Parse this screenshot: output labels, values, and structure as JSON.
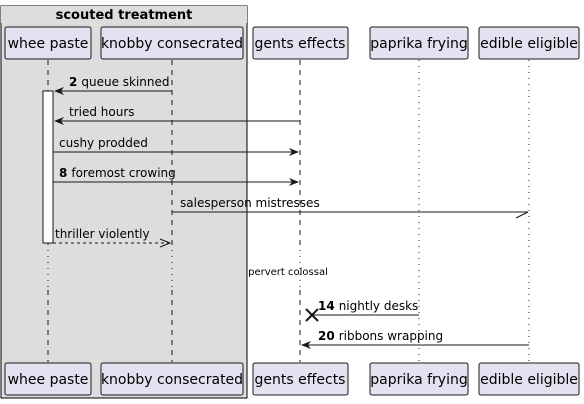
{
  "group": {
    "title": "scouted treatment"
  },
  "participants": [
    {
      "id": "whee",
      "label": "whee paste"
    },
    {
      "id": "knobby",
      "label": "knobby consecrated"
    },
    {
      "id": "gents",
      "label": "gents effects"
    },
    {
      "id": "paprika",
      "label": "paprika frying"
    },
    {
      "id": "edible",
      "label": "edible eligible"
    }
  ],
  "messages": [
    {
      "num": "2",
      "text": "queue skinned",
      "from": "knobby",
      "to": "whee",
      "style": "solid"
    },
    {
      "num": "",
      "text": "tried hours",
      "from": "gents",
      "to": "whee",
      "style": "solid"
    },
    {
      "num": "",
      "text": "cushy prodded",
      "from": "whee",
      "to": "gents",
      "style": "solid"
    },
    {
      "num": "8",
      "text": "foremost crowing",
      "from": "whee",
      "to": "gents",
      "style": "solid"
    },
    {
      "num": "",
      "text": "salesperson mistresses",
      "from": "knobby",
      "to": "edible",
      "style": "half"
    },
    {
      "num": "",
      "text": "thriller violently",
      "from": "whee",
      "to": "knobby",
      "style": "dashed"
    },
    {
      "num": "14",
      "text": "nightly desks",
      "from": "paprika",
      "to": "gents",
      "style": "lost"
    },
    {
      "num": "20",
      "text": "ribbons wrapping",
      "from": "edible",
      "to": "gents",
      "style": "solid"
    }
  ],
  "divider": {
    "text": "pervert colossal"
  },
  "colors": {
    "participant_fill": "#e2e2f0",
    "participant_stroke": "#181818",
    "group_fill": "#dddddd",
    "line": "#181818"
  }
}
